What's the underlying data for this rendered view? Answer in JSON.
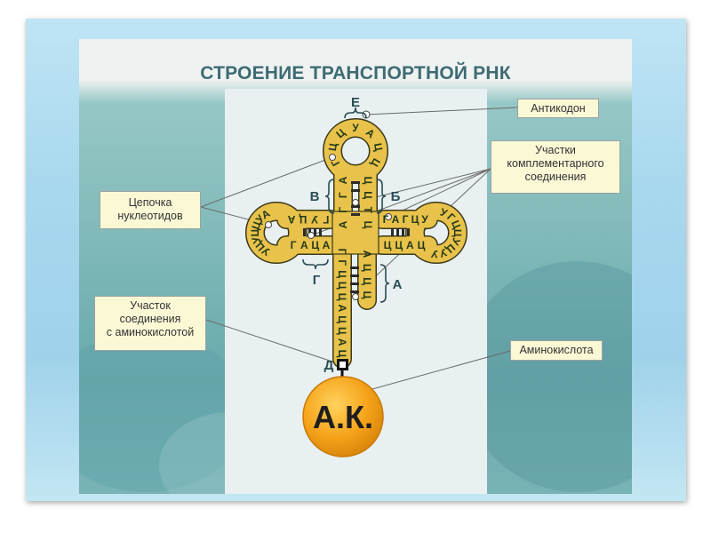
{
  "title": "СТРОЕНИЕ ТРАНСПОРТНОЙ РНК",
  "callouts": {
    "anticodon": "Антикодон",
    "complementary": [
      "Участки",
      "комплементарного",
      "соединения"
    ],
    "nucleotide_chain": [
      "Цепочка",
      "нуклеотидов"
    ],
    "amino_site": [
      "Участок",
      "соединения",
      "с аминокислотой"
    ],
    "amino_acid": "Аминокислота"
  },
  "regions": {
    "A": "А",
    "B": "Б",
    "V": "В",
    "G": "Г",
    "D": "Д",
    "E": "Е"
  },
  "amino_label": "А.К.",
  "sequences": {
    "top_loop": [
      "Г",
      "Ц",
      "Ц",
      "У",
      "А",
      "Ц",
      "Ц"
    ],
    "top_arm_left": [
      "А",
      "Г",
      "Г",
      "А"
    ],
    "top_arm_right": [
      "Ц",
      "Ц",
      "Т",
      "Ц"
    ],
    "left_arm_top": [
      "Г",
      "У",
      "Ц",
      "А"
    ],
    "left_loop": [
      "А",
      "У",
      "Ц",
      "Ц",
      "У",
      "Ц",
      "У"
    ],
    "left_arm_bottom": [
      "Г",
      "А",
      "Ц",
      "А"
    ],
    "right_arm_top": [
      "Г",
      "А",
      "Г",
      "Ц",
      "У"
    ],
    "right_loop": [
      "У",
      "Г",
      "Ц",
      "Ц",
      "У",
      "Ц",
      "У",
      "У"
    ],
    "right_arm_bottom": [
      "Ц",
      "А",
      "Ц",
      "Ц"
    ],
    "stem_left": [
      "Г",
      "Г",
      "Ц",
      "Ц",
      "Ц",
      "А",
      "Ц",
      "Ц",
      "А",
      "Ц"
    ],
    "stem_right": [
      "А",
      "Ц",
      "Ц",
      "Ц"
    ]
  },
  "colors": {
    "backbone": "#e8c24a",
    "backbone_edge": "#3b3a1a",
    "amino_fill": "#f5a21a",
    "amino_edge": "#c97a06",
    "title": "#3e6b73",
    "callout_bg": "#fbf8d6"
  }
}
